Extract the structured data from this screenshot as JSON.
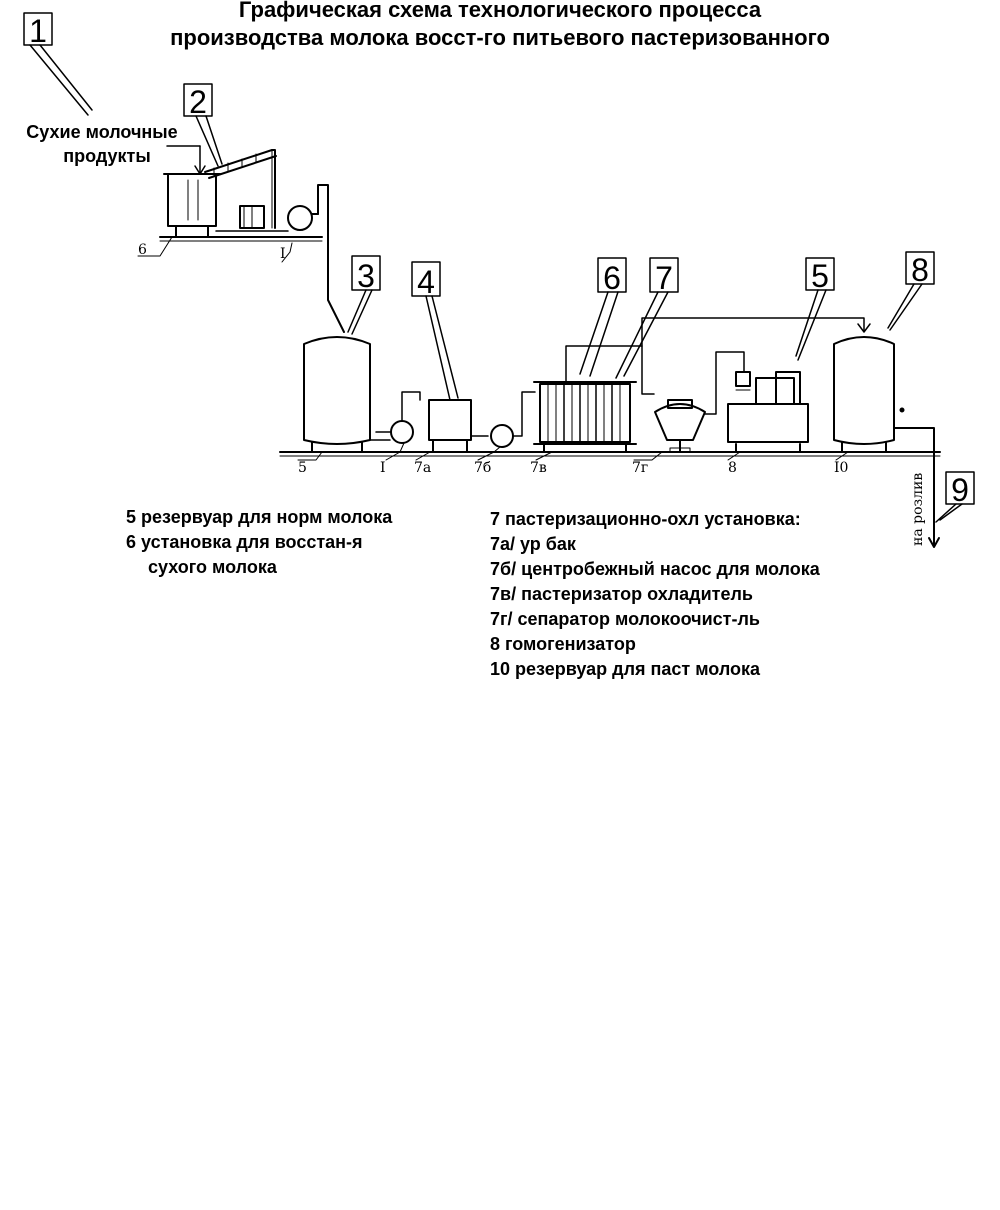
{
  "title": {
    "line1": "Графическая схема технологического процесса",
    "line2": "производства молока восст-го питьевого пастеризованного"
  },
  "source_label": {
    "line1": "Сухие молочные",
    "line2": "продукты"
  },
  "callouts": [
    "1",
    "2",
    "3",
    "4",
    "6",
    "7",
    "5",
    "8",
    "9"
  ],
  "small_labels": {
    "mixer": "6",
    "pump_top": "I",
    "tank_norm": "5",
    "pump": "I",
    "level_tank": "7а",
    "centrifugal_pump": "7б",
    "pasteurizer": "7в",
    "separator": "7г",
    "homogenizer": "8",
    "tank_past": "I0",
    "bottling": "на розлив"
  },
  "legend_left": [
    "5 резервуар для норм молока",
    "6 установка для восстан-я",
    "сухого молока"
  ],
  "legend_right": [
    "7 пастеризационно-охл установка:",
    "7а/ ур бак",
    "7б/ центробежный насос для молока",
    "7в/ пастеризатор охладитель",
    "7г/ сепаратор молокоочист-ль",
    "8 гомогенизатор",
    "10 резервуар для паст молока"
  ]
}
